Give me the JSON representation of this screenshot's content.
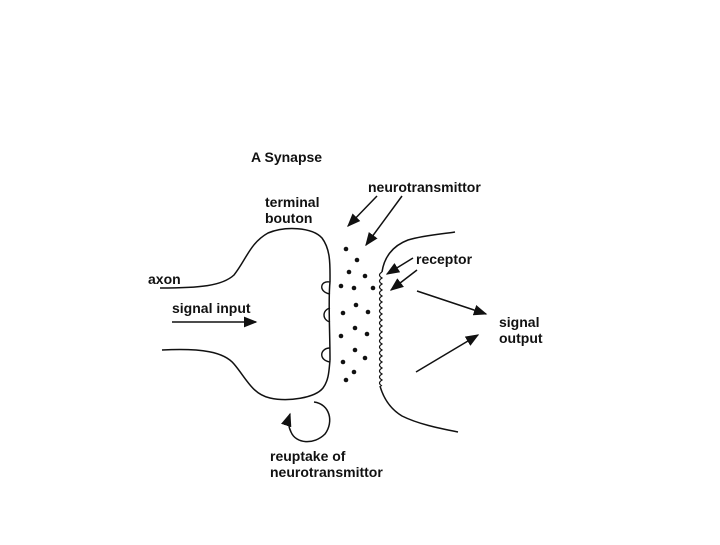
{
  "diagram": {
    "title": "A Synapse",
    "labels": {
      "terminal_bouton_1": "terminal",
      "terminal_bouton_2": "bouton",
      "neurotransmittor": "neurotransmittor",
      "receptor": "receptor",
      "axon": "axon",
      "signal_input": "signal input",
      "signal_output_1": "signal",
      "signal_output_2": "output",
      "reuptake_1": "reuptake of",
      "reuptake_2": "neurotransmittor"
    },
    "colors": {
      "ink": "#111111",
      "background": "#ffffff"
    }
  }
}
